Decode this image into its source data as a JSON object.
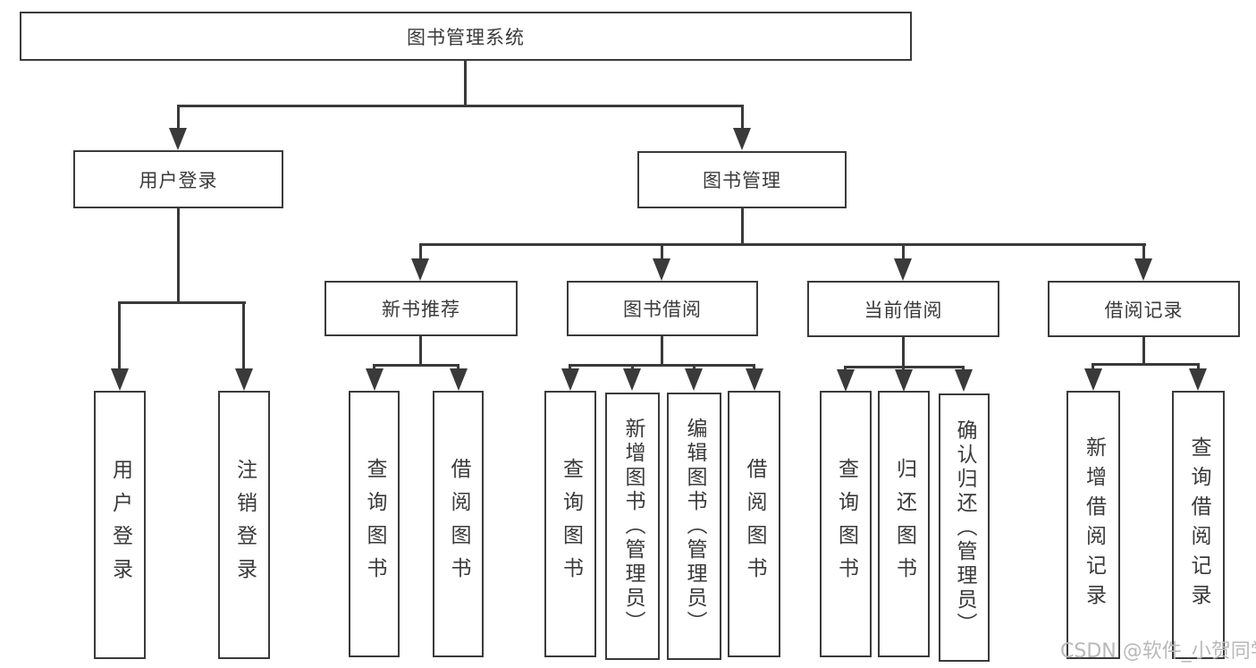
{
  "diagram_title": "图书管理系统",
  "colors": {
    "line": "#3a3a3a",
    "box_border": "#3a3a3a",
    "box_background": "#ffffff",
    "text": "#3a3a3a",
    "watermark_text": "#b9b9b9",
    "page_background": "#ffffff"
  },
  "watermark": "CSDN @软件_小贺同学",
  "tree": {
    "root": {
      "label": "图书管理系统"
    },
    "branches": [
      {
        "label": "用户登录",
        "children": [
          {
            "label": "用户登录"
          },
          {
            "label": "注销登录"
          }
        ]
      },
      {
        "label": "图书管理",
        "children": [
          {
            "label": "新书推荐",
            "children": [
              {
                "label": "查询图书"
              },
              {
                "label": "借阅图书"
              }
            ]
          },
          {
            "label": "图书借阅",
            "children": [
              {
                "label": "查询图书"
              },
              {
                "label": "新增图书（管理员）"
              },
              {
                "label": "编辑图书（管理员）"
              },
              {
                "label": "借阅图书"
              }
            ]
          },
          {
            "label": "当前借阅",
            "children": [
              {
                "label": "查询图书"
              },
              {
                "label": "归还图书"
              },
              {
                "label": "确认归还（管理员）"
              }
            ]
          },
          {
            "label": "借阅记录",
            "children": [
              {
                "label": "新增借阅记录"
              },
              {
                "label": "查询借阅记录"
              }
            ]
          }
        ]
      }
    ]
  }
}
